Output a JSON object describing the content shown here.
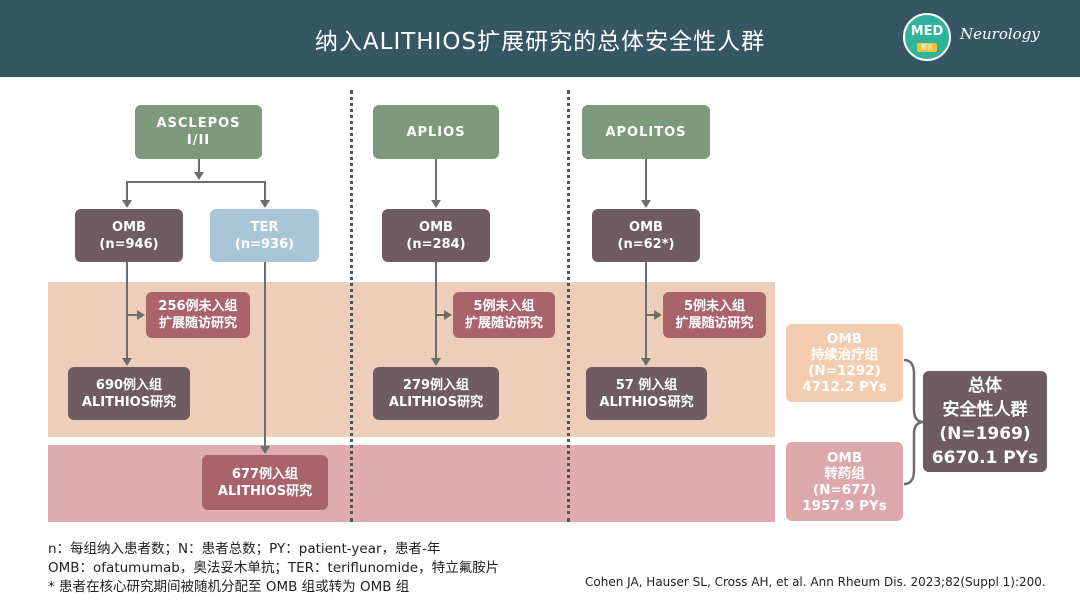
{
  "header": {
    "title": "纳入ALITHIOS扩展研究的总体安全性人群",
    "logo_med": "MED",
    "logo_sub": "拓言",
    "logo_text": "Neurology"
  },
  "studies": {
    "asclepos": {
      "line1": "ASCLEPOS",
      "line2": "I/II"
    },
    "aplios": "APLIOS",
    "apolitos": "APOLITOS"
  },
  "arms": {
    "asclepos_omb": {
      "line1": "OMB",
      "line2": "(n=946)"
    },
    "asclepos_ter": {
      "line1": "TER",
      "line2": "(n=936)"
    },
    "aplios_omb": {
      "line1": "OMB",
      "line2": "(n=284)"
    },
    "apolitos_omb": {
      "line1": "OMB",
      "line2": "(n=62*)"
    }
  },
  "not_enrolled": {
    "asclepos": {
      "line1": "256例未入组",
      "line2": "扩展随访研究"
    },
    "aplios": {
      "line1": "5例未入组",
      "line2": "扩展随访研究"
    },
    "apolitos": {
      "line1": "5例未入组",
      "line2": "扩展随访研究"
    }
  },
  "enrolled": {
    "asclepos_omb": {
      "line1": "690例入组",
      "line2": "ALITHIOS研究"
    },
    "aplios_omb": {
      "line1": "279例入组",
      "line2": "ALITHIOS研究"
    },
    "apolitos_omb": {
      "line1": "57 例入组",
      "line2": "ALITHIOS研究"
    },
    "asclepos_ter": {
      "line1": "677例入组",
      "line2": "ALITHIOS研究"
    }
  },
  "groups": {
    "continuous": {
      "line1": "OMB",
      "line2": "持续治疗组",
      "line3": "(N=1292)",
      "line4": "4712.2 PYs"
    },
    "switch": {
      "line1": "OMB",
      "line2": "转药组",
      "line3": "(N=677)",
      "line4": "1957.9 PYs"
    }
  },
  "total": {
    "line1": "总体",
    "line2": "安全性人群",
    "line3": "(N=1969)",
    "line4": "6670.1 PYs"
  },
  "footnotes": {
    "line1": "n：每组纳入患者数；N：患者总数；PY：patient-year，患者-年",
    "line2": "OMB：ofatumumab，奥法妥木单抗；TER：teriflunomide，特立氟胺片",
    "line3": "* 患者在核心研究期间被随机分配至 OMB 组或转为 OMB 组"
  },
  "citation": "Cohen JA, Hauser SL, Cross AH, et al. Ann Rheum Dis. 2023;82(Suppl 1):200."
}
